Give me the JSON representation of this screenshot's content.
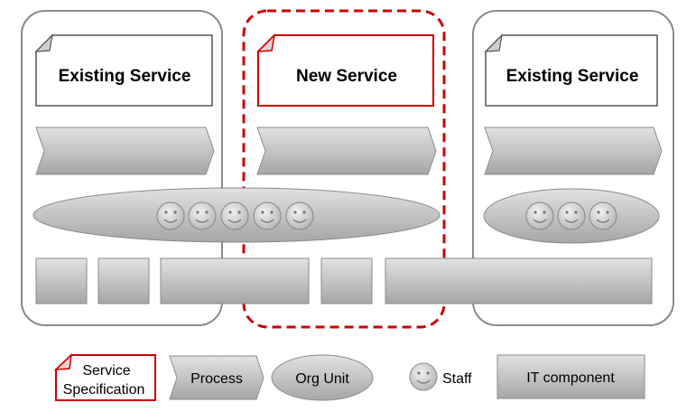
{
  "diagram": {
    "columns": [
      {
        "service_title": "Existing Service",
        "kind": "existing"
      },
      {
        "service_title": "New Service",
        "kind": "new"
      },
      {
        "service_title": "Existing Service",
        "kind": "existing"
      }
    ],
    "org_units": [
      {
        "staff_count": 5
      },
      {
        "staff_count": 3
      }
    ],
    "it_components": [
      {
        "label": ""
      },
      {
        "label": ""
      },
      {
        "label": ""
      },
      {
        "label": ""
      },
      {
        "label": ""
      }
    ]
  },
  "legend": {
    "service_specification_line1": "Service",
    "service_specification_line2": "Specification",
    "process": "Process",
    "org_unit": "Org Unit",
    "staff": "Staff",
    "it_component": "IT component"
  },
  "colors": {
    "new_service_accent": "#cc0000",
    "existing_border": "#888888",
    "shape_fill_light": "#e0e0e0",
    "shape_fill_dark": "#a8a8a8",
    "shape_stroke": "#8a8a8a"
  }
}
